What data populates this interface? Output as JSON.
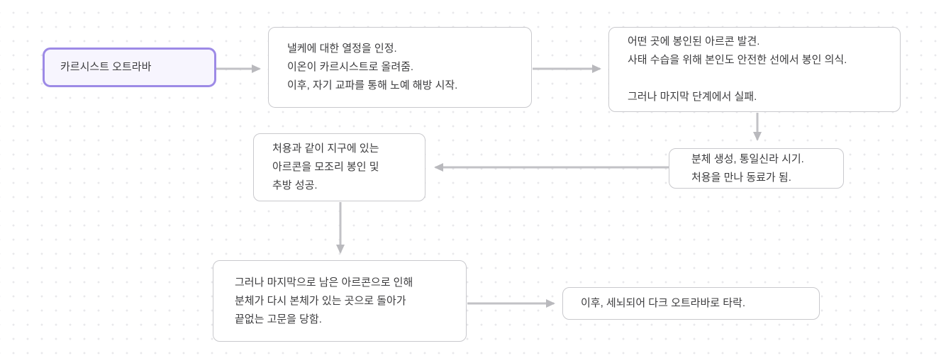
{
  "theme": {
    "canvas_bg": "#ffffff",
    "dot_color": "#e8e8eb",
    "node_fill": "#ffffff",
    "node_border": "#c9c9cd",
    "accent_border": "#9d8ae6",
    "accent_fill": "#f7f5fe",
    "arrow_color": "#c2c2c6",
    "arrowhead_color": "#b9b9bd",
    "text_color": "#3c3c3e"
  },
  "diagram": {
    "nodes": {
      "root": {
        "label": "카르시스트 오트라바"
      },
      "step1": {
        "lines": [
          "낼케에 대한 열정을 인정.",
          "이온이 카르시스트로 올려줌.",
          "이후, 자기 교파를 통해 노예 해방 시작."
        ]
      },
      "step2": {
        "lines": [
          "어떤 곳에 봉인된 아르콘 발견.",
          "사태 수습을 위해 본인도 안전한 선에서 봉인 의식.",
          "",
          "그러나 마지막 단계에서 실패."
        ]
      },
      "step3": {
        "lines": [
          "분체 생성, 통일신라 시기.",
          "처용을 만나 동료가 됨."
        ]
      },
      "step4": {
        "lines": [
          "처용과 같이 지구에 있는",
          "아르콘을 모조리 봉인 및",
          "추방 성공."
        ]
      },
      "step5": {
        "lines": [
          "그러나 마지막으로 남은 아르콘으로 인해",
          "분체가 다시 본체가 있는 곳으로 돌아가",
          "끝없는 고문을 당함."
        ]
      },
      "step6": {
        "label": "이후, 세뇌되어 다크 오트라바로 타락."
      }
    }
  }
}
